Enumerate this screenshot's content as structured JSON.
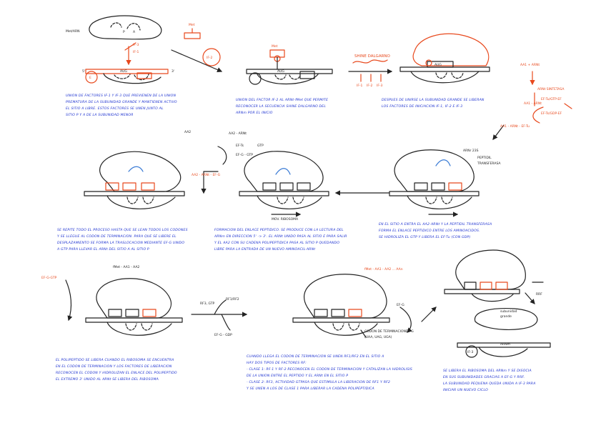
{
  "colors": {
    "ink": "#222222",
    "red": "#e8491d",
    "blue": "#1a2fd0",
    "ltblue": "#3a7bd5"
  },
  "labels": {
    "met_trna": "Met/ARN",
    "if3": "IF-3",
    "if1": "IF-1",
    "if2": "IF-2",
    "if2b": "IF-2",
    "met": "Met",
    "met2": "Met",
    "aug": "AUG",
    "aug2": "AUG",
    "aug3": "AUG",
    "five": "5'",
    "three": "3'",
    "p": "P",
    "a": "A",
    "e": "E",
    "shine": "SHINE DALGARNO",
    "p_if1": "IF-1",
    "p_if2": "IF-2",
    "p_if3": "IF-3",
    "aa_n_top": "AA1 + ARNt",
    "aa_sint": "ARNt SINTETASA",
    "aa_arnt": "AA1 - ARNt",
    "ef_tu_gtp": "EF-Tu/GTP-EF",
    "ef_ts_gdp": "EF-Ts/GDP-EF",
    "aa_arnt_ef": "AA1 - ARNt - EF-Tu",
    "a2_aa": "AA2",
    "a2_arn": "AA2 - ARNt",
    "a2_efts": "EF-Ts",
    "a2_gtp": "GTP",
    "a2_efgtp": "EF-G - GTP",
    "a2_arn2": "AA2 - ARNt - EF-G",
    "arn23": "ARNr 23S",
    "pept": "PEPTIDIL",
    "pept2": "TRANSFERASA",
    "mov_ribo": "MOV. RIBOSOMA",
    "ef_gtp_left": "EF-G-GTP",
    "chain": "fMet - AA1 - AA2",
    "rf": "RF3, GTP",
    "rf2": "RF1/RF2",
    "efg_gdp": "EF-G - GDP",
    "stop_codon": "CODON DE TERMINACION",
    "stop2": "(UAA, UAG, UGA)",
    "chain2": "fMet - AA1 - AA2 ... AAn",
    "efg": "EF-G",
    "efggdp": "EF-G",
    "rrf": "RRF",
    "ribo_sub": "subunidad",
    "ribo_sub2": "grande",
    "if3_end": "IF-3",
    "mrna_free": "ARNm"
  },
  "captions": {
    "c1": [
      "UNION DE FACTORES IF-1 Y IF-3 QUE PREVIENEN DE LA UNION",
      "PREMATURA DE LA SUBUNIDAD GRANDE Y MANTIENEN ACTIVO",
      "EL SITIO A LIBRE. ESTOS FACTORES SE UNEN JUNTO AL",
      "SITIO P Y A DE LA SUBUNIDAD MENOR"
    ],
    "c2": [
      "UNION DEL FACTOR IF-2 AL ARNt-fMet QUE PERMITE",
      "RECONOCER LA SECUENCIA SHINE DALGARNO DEL",
      "ARNm POR EL INICIO"
    ],
    "c3": [
      "DESPUES DE UNIRSE LA SUBUNIDAD GRANDE SE LIBERAN",
      "LOS FACTORES DE INICIACION IF-1, IF-2 E IF-3"
    ],
    "c4": [
      "SE REPITE TODO EL PROCESO HASTA QUE SE LEAN TODOS LOS CODONES",
      "Y SE LLEGUE AL CODON DE TERMINACION. PARA QUE SE LIBERE EL",
      "DESPLAZAMIENTO SE FORMA LA TRASLOCACION MEDIANTE EF-G UNIDO",
      "A GTP PARA LLEVAR EL ARNt DEL SITIO A AL SITIO P"
    ],
    "c5": [
      "FORMACION DEL ENLACE PEPTIDICO. SE PRODUCE CON LA LECTURA DEL",
      "ARNm EN DIRECCION 5' -> 3'. EL ARNt UNIDO PASA AL SITIO E PARA SALIR",
      "Y EL AA2 CON SU CADENA POLIPEPTIDICA PASA AL SITIO P QUEDANDO",
      "LIBRE PARA LA ENTRADA DE UN NUEVO AMINOACIL-ARNt"
    ],
    "c6": [
      "EN EL SITIO A ENTRA EL AA2-ARNt Y LA PEPTIDIL TRANSFERASA",
      "FORMA EL ENLACE PEPTIDICO ENTRE LOS AMINOACIDOS.",
      "SE HIDROLIZA EL GTP Y LIBERA EL EF-Tu (CON GDP)"
    ],
    "c7": [
      "EL POLIPEPTIDO SE LIBERA CUANDO EL RIBOSOMA SE ENCUENTRA",
      "EN EL CODON DE TERMINACION Y LOS FACTORES DE LIBERACION",
      "RECONOCEN EL CODON Y HIDROLIZAN EL ENLACE DEL POLIPEPTIDO",
      "EL EXTREMO 3' UNIDO AL ARNt SE LIBERA DEL RIBOSOMA"
    ],
    "c8": [
      "CUANDO LLEGA EL CODON DE TERMINACION SE UNEN RF1/RF2 EN EL SITIO A",
      "HAY DOS TIPOS DE FACTORES RF:",
      "- CLASE 1: RF-1 Y RF-2 RECONOCEN EL CODON DE TERMINACION Y CATALIZAN LA HIDROLISIS",
      "  DE LA UNION ENTRE EL PEPTIDO Y EL ARNt EN EL SITIO P",
      "- CLASE 2: RF3, ACTIVIDAD GTPASA QUE ESTIMULA LA LIBERACION DE RF1 Y RF2",
      "Y SE UNEN A LOS DE CLASE 1 PARA LIBERAR LA CADENA POLIPEPTIDICA"
    ],
    "c9": [
      "SE LIBERA EL RIBOSOMA DEL ARNm Y SE DISOCIA",
      "EN SUS SUBUNIDADES GRACIAS A EF-G Y RRF.",
      "LA SUBUNIDAD PEQUENA QUEDA UNIDA A IF-3 PARA",
      "INICIAR UN NUEVO CICLO"
    ]
  }
}
